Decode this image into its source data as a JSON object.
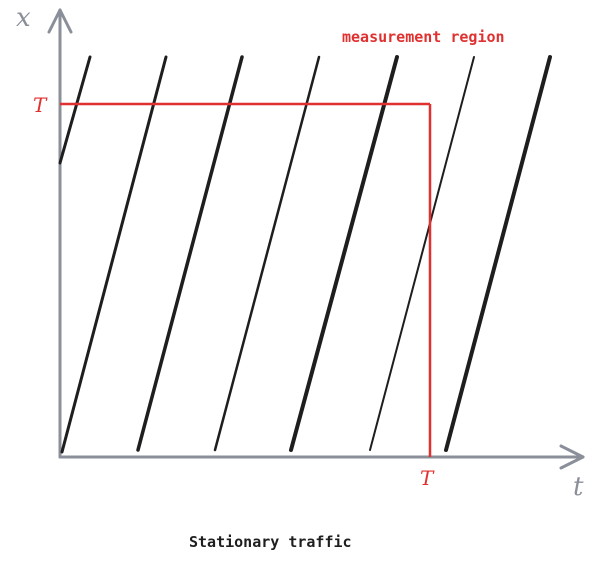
{
  "axes": {
    "x_label": "x",
    "t_label": "t"
  },
  "region": {
    "label": "measurement region",
    "x_marker": "T",
    "t_marker": "T",
    "color": "#e03131"
  },
  "caption": "Stationary traffic",
  "colors": {
    "axis": "#8a8f99",
    "trajectory": "#1e1e1e"
  }
}
